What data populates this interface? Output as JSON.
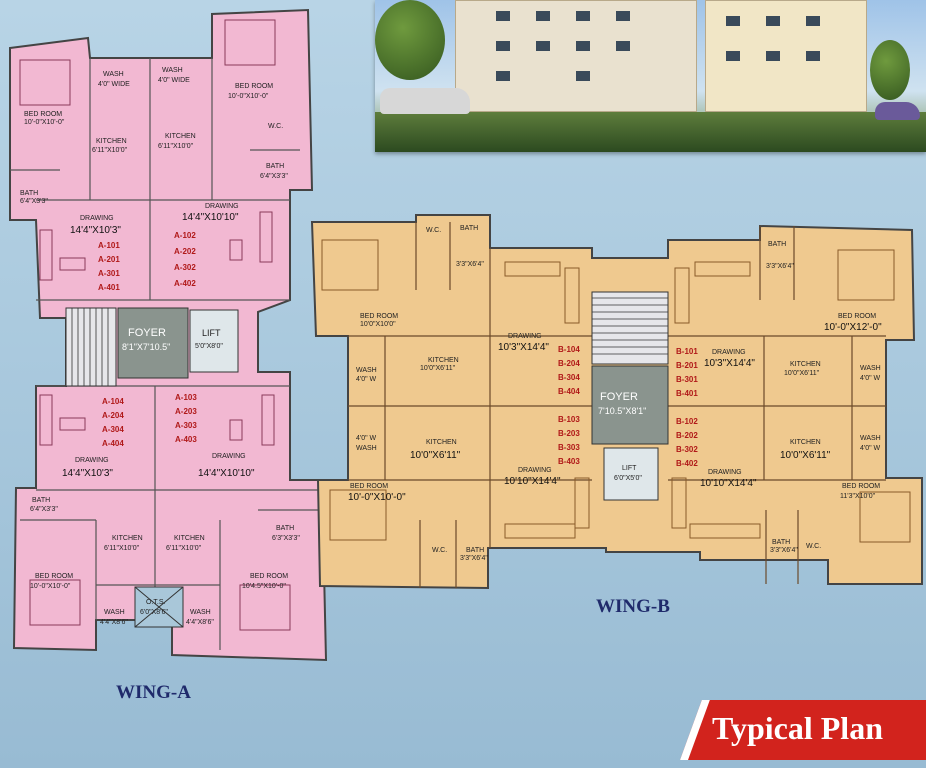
{
  "banner": {
    "text": "Typical Plan"
  },
  "wing_a": {
    "title": "WING-A",
    "foyer": {
      "name": "FOYER",
      "size": "8'1\"X7'10.5\""
    },
    "lift": {
      "name": "LIFT",
      "size": "5'0\"X8'0\""
    },
    "ots": {
      "name": "O.T.S.",
      "size": "6'0\"X8'6\""
    },
    "units_tl": [
      "A-101",
      "A-201",
      "A-301",
      "A-401"
    ],
    "units_tr": [
      "A-102",
      "A-202",
      "A-302",
      "A-402"
    ],
    "units_bl": [
      "A-104",
      "A-204",
      "A-304",
      "A-404"
    ],
    "units_br": [
      "A-103",
      "A-203",
      "A-303",
      "A-403"
    ],
    "rooms": {
      "wash_tl": "WASH",
      "wash_tl_size": "4'0\" WIDE",
      "wash_tr": "WASH",
      "wash_tr_size": "4'0\" WIDE",
      "bed_tl": "BED ROOM",
      "bed_tl_size": "10'-0\"X10'-0\"",
      "bed_tr": "BED ROOM",
      "bed_tr_size": "10'-0\"X10'-0\"",
      "kitchen_tl": "KITCHEN",
      "kitchen_tl_size": "6'11\"X10'0\"",
      "kitchen_tr": "KITCHEN",
      "kitchen_tr_size": "6'11\"X10'0\"",
      "bath_tl": "BATH",
      "bath_tl_size": "6'4\"X3'3\"",
      "bath_tr": "BATH",
      "bath_tr_size": "6'4\"X3'3\"",
      "wc_tr": "W.C.",
      "drawing_tl": "DRAWING",
      "drawing_tl_size": "14'4\"X10'3\"",
      "drawing_tr": "DRAWING",
      "drawing_tr_size": "14'4\"X10'10\"",
      "drawing_bl": "DRAWING",
      "drawing_bl_size": "14'4\"X10'3\"",
      "drawing_br": "DRAWING",
      "drawing_br_size": "14'4\"X10'10\"",
      "bath_bl": "BATH",
      "bath_bl_size": "6'4\"X3'3\"",
      "bath_br": "BATH",
      "bath_br_size": "6'3\"X3'3\"",
      "kitchen_bl": "KITCHEN",
      "kitchen_bl_size": "6'11\"X10'0\"",
      "kitchen_br": "KITCHEN",
      "kitchen_br_size": "6'11\"X10'0\"",
      "bed_bl": "BED ROOM",
      "bed_bl_size": "10'-0\"X10'-0\"",
      "bed_br": "BED ROOM",
      "bed_br_size": "10'4.5\"X10'-0\"",
      "wash_bl": "WASH",
      "wash_bl_size": "4'4\"X8'6\"",
      "wash_br": "WASH",
      "wash_br_size": "4'4\"X8'6\""
    }
  },
  "wing_b": {
    "title": "WING-B",
    "foyer": {
      "name": "FOYER",
      "size": "7'10.5\"X8'1\""
    },
    "lift": {
      "name": "LIFT",
      "size": "6'0\"X5'0\""
    },
    "units_tl": [
      "B-104",
      "B-204",
      "B-304",
      "B-404"
    ],
    "units_bl": [
      "B-103",
      "B-203",
      "B-303",
      "B-403"
    ],
    "units_tr": [
      "B-101",
      "B-201",
      "B-301",
      "B-401"
    ],
    "units_br": [
      "B-102",
      "B-202",
      "B-302",
      "B-402"
    ],
    "rooms": {
      "bed_tl": "BED ROOM",
      "bed_tl_size": "10'0\"X10'0\"",
      "wc_tl": "W.C.",
      "bath_tl": "BATH",
      "bath_tl_size": "3'3\"X6'4\"",
      "drawing_tl": "DRAWING",
      "drawing_tl_size": "10'3\"X14'4\"",
      "kitchen_tl": "KITCHEN",
      "kitchen_tl_size": "10'0\"X6'11\"",
      "wash_tl": "WASH",
      "wash_tl_size": "4'0\" W",
      "kitchen_bl": "KITCHEN",
      "kitchen_bl_size": "10'0\"X6'11\"",
      "wash_bl": "WASH",
      "wash_bl_size": "4'0\" W",
      "drawing_bl": "DRAWING",
      "drawing_bl_size": "10'10\"X14'4\"",
      "bed_bl": "BED ROOM",
      "bed_bl_size": "10'-0\"X10'-0\"",
      "wc_bl": "W.C.",
      "bath_bl": "BATH",
      "bath_bl_size": "3'3\"X6'4\"",
      "bath_tr": "BATH",
      "bath_tr_size": "3'3\"X6'4\"",
      "bed_tr": "BED ROOM",
      "bed_tr_size": "10'-0\"X12'-0\"",
      "drawing_tr": "DRAWING",
      "drawing_tr_size": "10'3\"X14'4\"",
      "kitchen_tr": "KITCHEN",
      "kitchen_tr_size": "10'0\"X6'11\"",
      "wash_tr": "WASH",
      "wash_tr_size": "4'0\" W",
      "kitchen_br": "KITCHEN",
      "kitchen_br_size": "10'0\"X6'11\"",
      "wash_br": "WASH",
      "wash_br_size": "4'0\" W",
      "drawing_br": "DRAWING",
      "drawing_br_size": "10'10\"X14'4\"",
      "bed_br": "BED ROOM",
      "bed_br_size": "11'3\"X10'0\"",
      "bath_br": "BATH",
      "bath_br_size": "3'3\"X6'4\"",
      "wc_br": "W.C."
    }
  },
  "colors": {
    "wing_a_fill": "#f2b8d2",
    "wing_b_fill": "#efc98f",
    "foyer": "#8a948e",
    "unit_text": "#b01818",
    "title": "#1f2a6b",
    "banner": "#d2231d"
  }
}
